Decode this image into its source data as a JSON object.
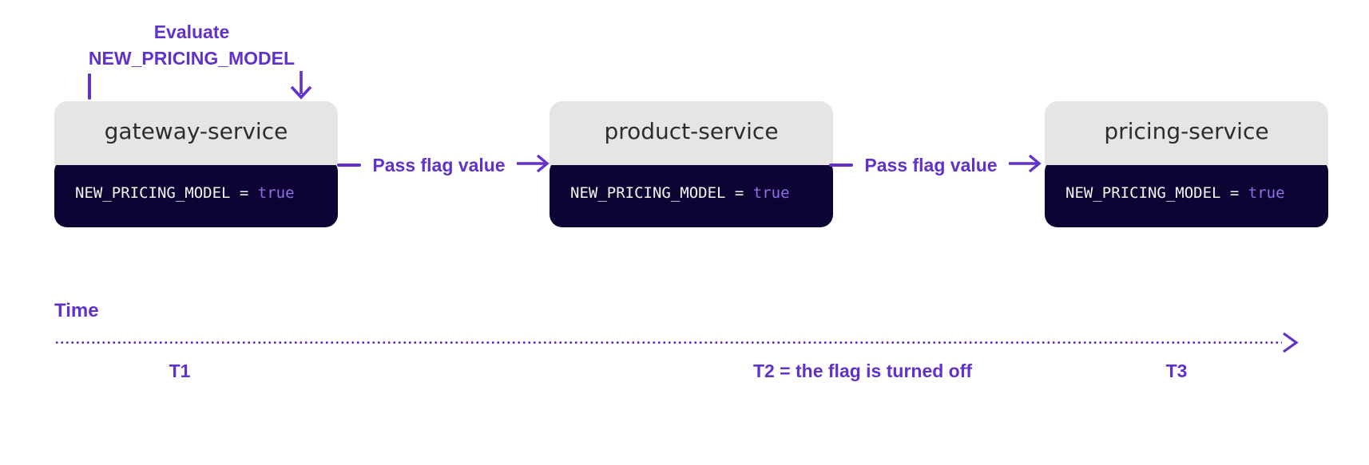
{
  "colors": {
    "accent": "#6132c9",
    "card_top_bg": "#e6e5e4",
    "card_bottom_bg": "#0d0434",
    "service_name": "#2d2d2d",
    "code_text": "#f5f3f7",
    "code_value": "#8a6fe8",
    "background": "#ffffff"
  },
  "annotation": {
    "line1": "Evaluate",
    "line2": "NEW_PRICING_MODEL"
  },
  "services": [
    {
      "name": "gateway-service",
      "flag_name": "NEW_PRICING_MODEL",
      "equals": " = ",
      "flag_value": "true"
    },
    {
      "name": "product-service",
      "flag_name": "NEW_PRICING_MODEL",
      "equals": " = ",
      "flag_value": "true"
    },
    {
      "name": "pricing-service",
      "flag_name": "NEW_PRICING_MODEL",
      "equals": " = ",
      "flag_value": "true"
    }
  ],
  "connectors": [
    {
      "label": "Pass flag value"
    },
    {
      "label": "Pass flag value"
    }
  ],
  "timeline": {
    "label": "Time",
    "markers": [
      {
        "label": "T1"
      },
      {
        "label": "T2 = the flag is turned off"
      },
      {
        "label": "T3"
      }
    ]
  },
  "icons": {
    "annotation_arrow": "down-arrow-icon",
    "connector_arrow": "right-arrow-icon",
    "timeline_arrow": "right-chevron-icon"
  }
}
